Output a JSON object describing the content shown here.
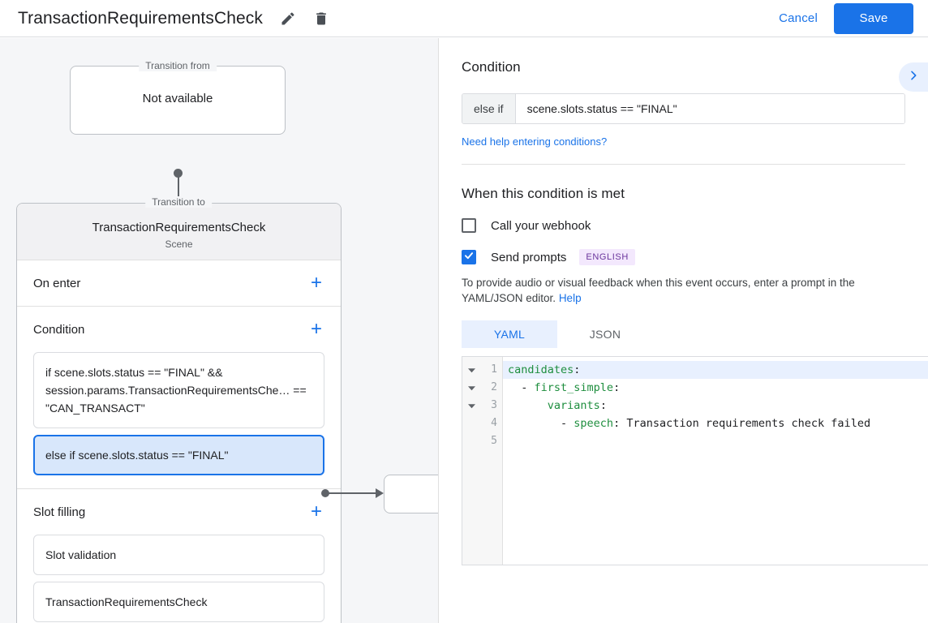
{
  "header": {
    "title": "TransactionRequirementsCheck",
    "edit_icon": "pencil-icon",
    "delete_icon": "trash-icon",
    "cancel_label": "Cancel",
    "save_label": "Save",
    "accent_color": "#1a73e8"
  },
  "canvas": {
    "transition_from": {
      "legend": "Transition from",
      "value": "Not available"
    },
    "transition_to": {
      "legend": "Transition to",
      "title": "TransactionRequirementsCheck",
      "subtitle": "Scene"
    },
    "sections": [
      {
        "name": "on-enter",
        "title": "On enter",
        "add_label": "+",
        "items": []
      },
      {
        "name": "condition",
        "title": "Condition",
        "add_label": "+",
        "items": [
          {
            "text": "if scene.slots.status == \"FINAL\" && session.params.TransactionRequirementsChe… == \"CAN_TRANSACT\"",
            "selected": false
          },
          {
            "text": "else if scene.slots.status == \"FINAL\"",
            "selected": true
          }
        ]
      },
      {
        "name": "slot-filling",
        "title": "Slot filling",
        "add_label": "+",
        "items": [
          {
            "text": "Slot validation",
            "selected": false
          },
          {
            "text": "TransactionRequirementsCheck",
            "selected": false
          }
        ]
      }
    ]
  },
  "panel": {
    "condition": {
      "heading": "Condition",
      "expand_icon": "chevron-right-icon",
      "prefix": "else if",
      "value": "scene.slots.status == \"FINAL\"",
      "placeholder": "",
      "help_link": "Need help entering conditions?"
    },
    "when_met": {
      "heading": "When this condition is met",
      "webhook": {
        "label": "Call your webhook",
        "checked": false
      },
      "send_prompts": {
        "label": "Send prompts",
        "checked": true,
        "badge": "ENGLISH",
        "badge_bg": "#f3e8fd",
        "badge_fg": "#6a359c"
      },
      "description": "To provide audio or visual feedback when this event occurs, enter a prompt in the YAML/JSON editor.",
      "help_label": "Help"
    },
    "editor": {
      "tabs": [
        {
          "label": "YAML",
          "active": true
        },
        {
          "label": "JSON",
          "active": false
        }
      ],
      "lines": [
        {
          "n": "1",
          "fold": true,
          "highlight": true,
          "key": "candidates",
          "indent": "",
          "dash": "",
          "value": ""
        },
        {
          "n": "2",
          "fold": true,
          "highlight": false,
          "key": "first_simple",
          "indent": "  ",
          "dash": "- ",
          "value": ""
        },
        {
          "n": "3",
          "fold": true,
          "highlight": false,
          "key": "variants",
          "indent": "      ",
          "dash": "",
          "value": ""
        },
        {
          "n": "4",
          "fold": false,
          "highlight": false,
          "key": "speech",
          "indent": "        ",
          "dash": "- ",
          "value": " Transaction requirements check failed"
        },
        {
          "n": "5",
          "fold": false,
          "highlight": false,
          "key": "",
          "indent": "",
          "dash": "",
          "value": ""
        }
      ]
    }
  }
}
